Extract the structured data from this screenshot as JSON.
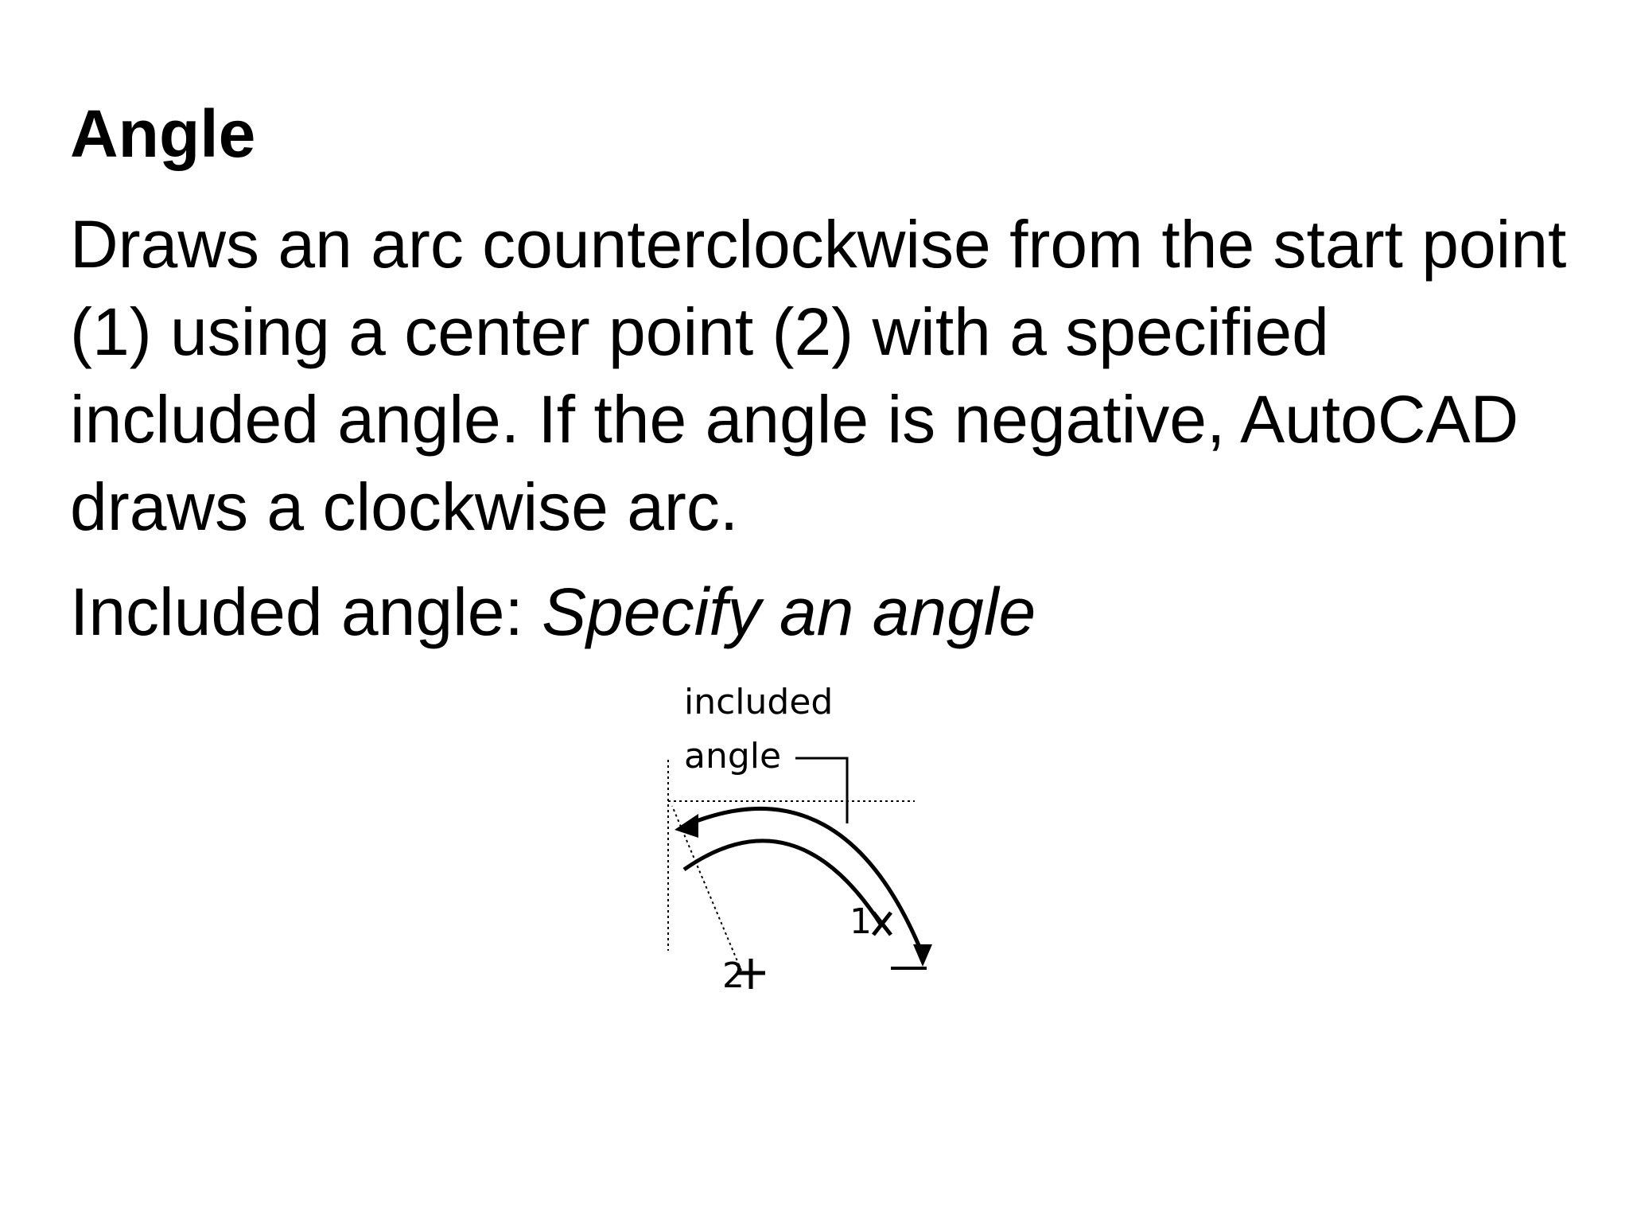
{
  "slide": {
    "title": "Angle",
    "description": "Draws an arc counterclockwise from the start point (1) using a center point (2) with a specified included angle. If the angle is negative, AutoCAD draws a clockwise arc.",
    "option_label": "Included angle: ",
    "option_prompt": "Specify an angle"
  },
  "figure": {
    "label_line1": "included",
    "label_line2": "angle",
    "start_point_label": "1",
    "center_point_label": "2"
  }
}
